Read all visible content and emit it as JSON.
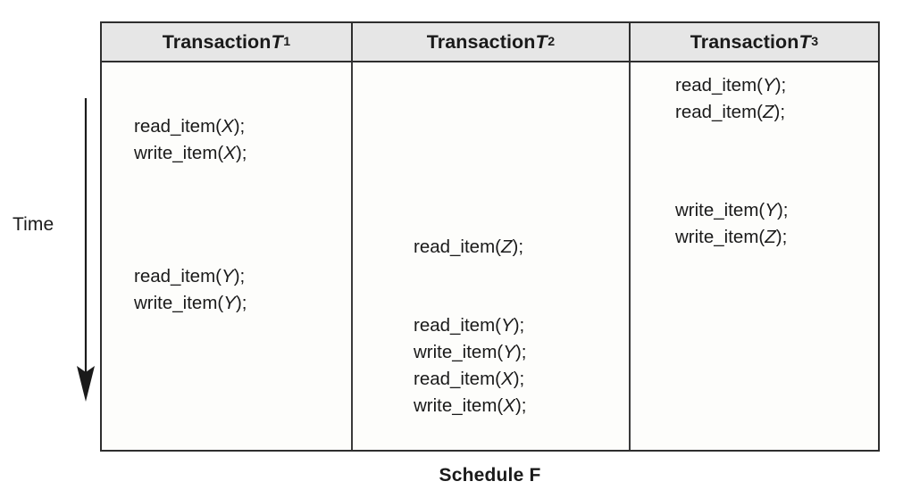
{
  "figure": {
    "caption": "Schedule F",
    "time_axis_label": "Time",
    "arrow_icon": "down-arrow-icon",
    "accent_border_color": "#2e2e2e",
    "header_background_color": "#e6e6e6",
    "body_background_color": "#fdfdfb",
    "text_color": "#1a1a1a"
  },
  "table": {
    "headers": [
      {
        "prefix": "Transaction ",
        "symbol": "T",
        "subscript": "1"
      },
      {
        "prefix": "Transaction ",
        "symbol": "T",
        "subscript": "2"
      },
      {
        "prefix": "Transaction ",
        "symbol": "T",
        "subscript": "3"
      }
    ],
    "columns": [
      {
        "name": "T1",
        "blocks": [
          {
            "lines": [
              {
                "op": "read_item(",
                "var": "X",
                "tail": ");"
              },
              {
                "op": "write_item(",
                "var": "X",
                "tail": ");"
              }
            ]
          },
          {
            "lines": [
              {
                "op": "read_item(",
                "var": "Y",
                "tail": ");"
              },
              {
                "op": "write_item(",
                "var": "Y",
                "tail": ");"
              }
            ]
          }
        ]
      },
      {
        "name": "T2",
        "blocks": [
          {
            "lines": [
              {
                "op": "read_item(",
                "var": "Z",
                "tail": ");"
              }
            ]
          },
          {
            "lines": [
              {
                "op": "read_item(",
                "var": "Y",
                "tail": ");"
              },
              {
                "op": "write_item(",
                "var": "Y",
                "tail": ");"
              },
              {
                "op": "read_item(",
                "var": "X",
                "tail": ");"
              },
              {
                "op": "write_item(",
                "var": "X",
                "tail": ");"
              }
            ]
          }
        ]
      },
      {
        "name": "T3",
        "blocks": [
          {
            "lines": [
              {
                "op": "read_item(",
                "var": "Y",
                "tail": ");"
              },
              {
                "op": "read_item(",
                "var": "Z",
                "tail": ");"
              }
            ]
          },
          {
            "lines": [
              {
                "op": "write_item(",
                "var": "Y",
                "tail": ");"
              },
              {
                "op": "write_item(",
                "var": "Z",
                "tail": ");"
              }
            ]
          }
        ]
      }
    ]
  }
}
